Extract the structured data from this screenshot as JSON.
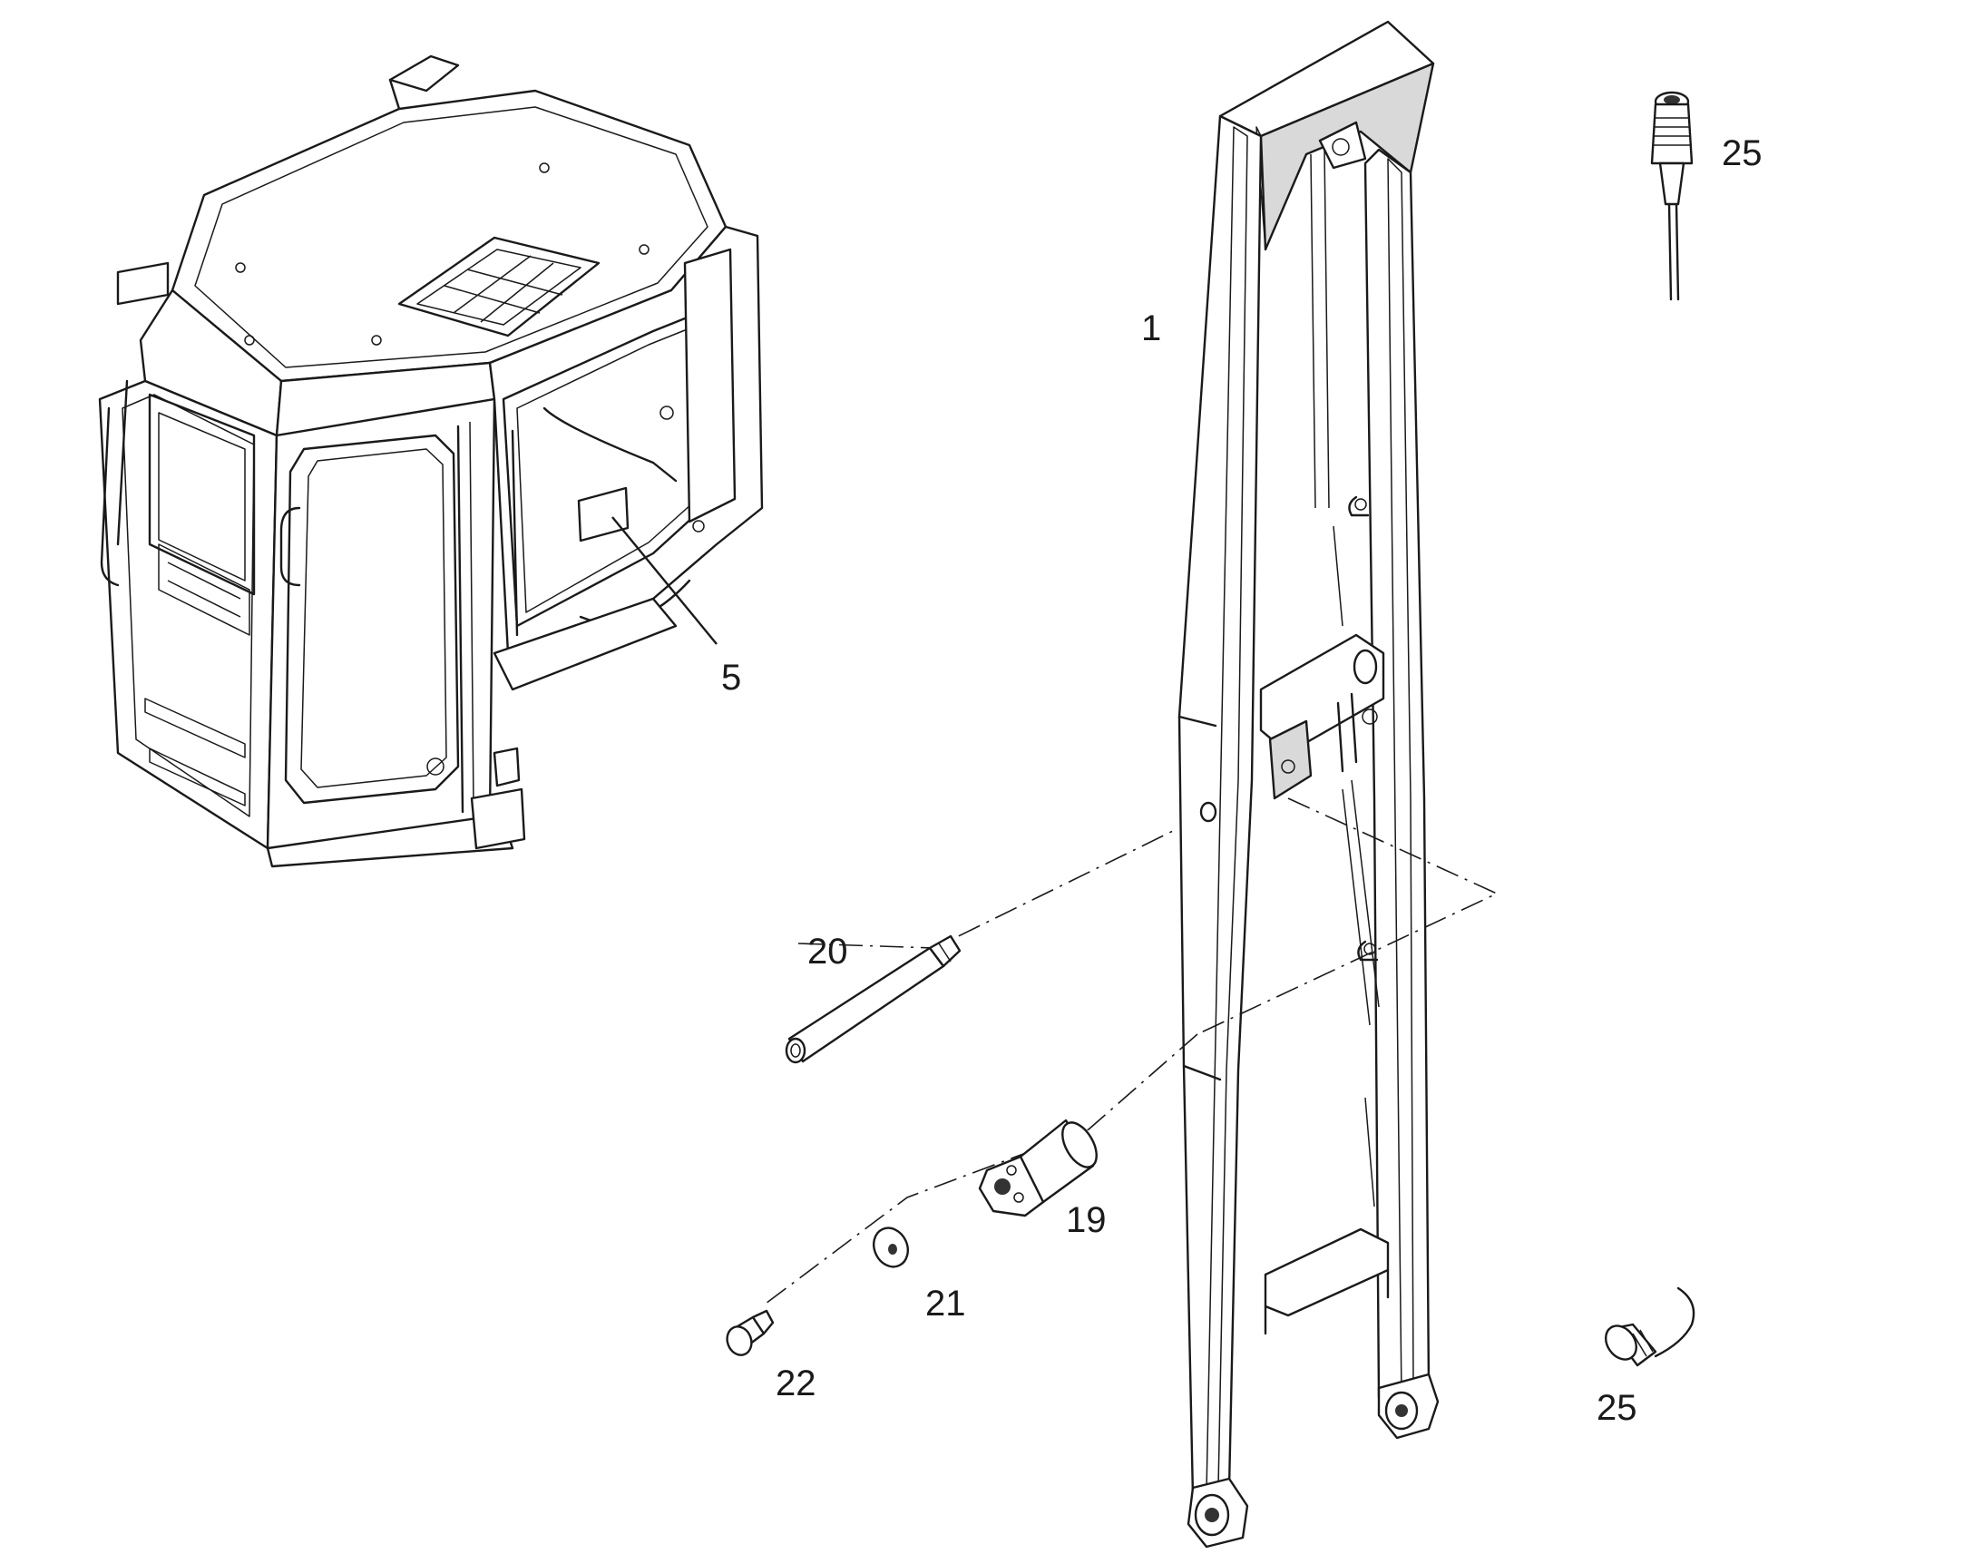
{
  "callouts": {
    "c1": "1",
    "c5": "5",
    "c19": "19",
    "c20": "20",
    "c21": "21",
    "c22": "22",
    "c25_top": "25",
    "c25_bottom": "25"
  },
  "colors": {
    "line": "#1a1a1a",
    "background": "#ffffff",
    "shade": "#d9d9d9"
  }
}
